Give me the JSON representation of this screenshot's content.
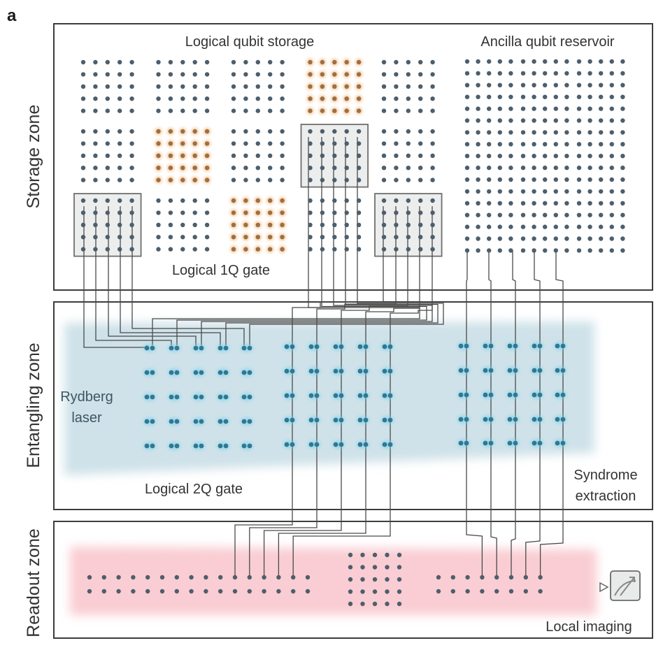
{
  "figure": {
    "panel_letter": "a"
  },
  "zones": {
    "storage": {
      "label": "Storage zone",
      "titles": {
        "logical_storage": "Logical qubit storage",
        "ancilla_reservoir": "Ancilla qubit reservoir",
        "gate_1q": "Logical 1Q gate"
      },
      "logical_blocks": {
        "grid_columns": 5,
        "grid_rows": 3,
        "block_size": [
          5,
          5
        ],
        "highlighted_orange": [
          [
            3,
            0
          ],
          [
            1,
            1
          ],
          [
            2,
            2
          ]
        ],
        "gate_boxes": [
          [
            0,
            2
          ],
          [
            3,
            1
          ],
          [
            4,
            2
          ]
        ],
        "missing_cells": []
      },
      "ancilla": {
        "columns": 15,
        "rows": 17
      }
    },
    "entangling": {
      "label": "Entangling zone",
      "laser_label_line1": "Rydberg",
      "laser_label_line2": "laser",
      "gate_2q": "Logical 2Q gate",
      "syndrome_line1": "Syndrome",
      "syndrome_line2": "extraction",
      "pair_groups": 3,
      "pair_grid": [
        5,
        5
      ]
    },
    "readout": {
      "label": "Readout zone",
      "imaging_label": "Local imaging",
      "left_chain": {
        "columns": 16,
        "rows": 2
      },
      "center_block": [
        5,
        5
      ],
      "right_chain": {
        "columns": 8,
        "rows": 2
      }
    }
  },
  "colors": {
    "atom": "#4d5e6c",
    "atom_orange": "#9a7048",
    "orange_glow": "#f6b067",
    "pair_atom": "#2f7892",
    "pair_glow": "#7fd2ec",
    "rydberg_band": "#cfe2e9",
    "readout_band": "#f9cdd3",
    "frame": "#3d3d3d",
    "gate_box_fill": "#eceded",
    "gate_box_stroke": "#6f6f6f",
    "wire": "#4a4a4a"
  },
  "icons": {
    "meter": "measurement-meter-icon",
    "arrow": "triangle-pointer-icon"
  }
}
